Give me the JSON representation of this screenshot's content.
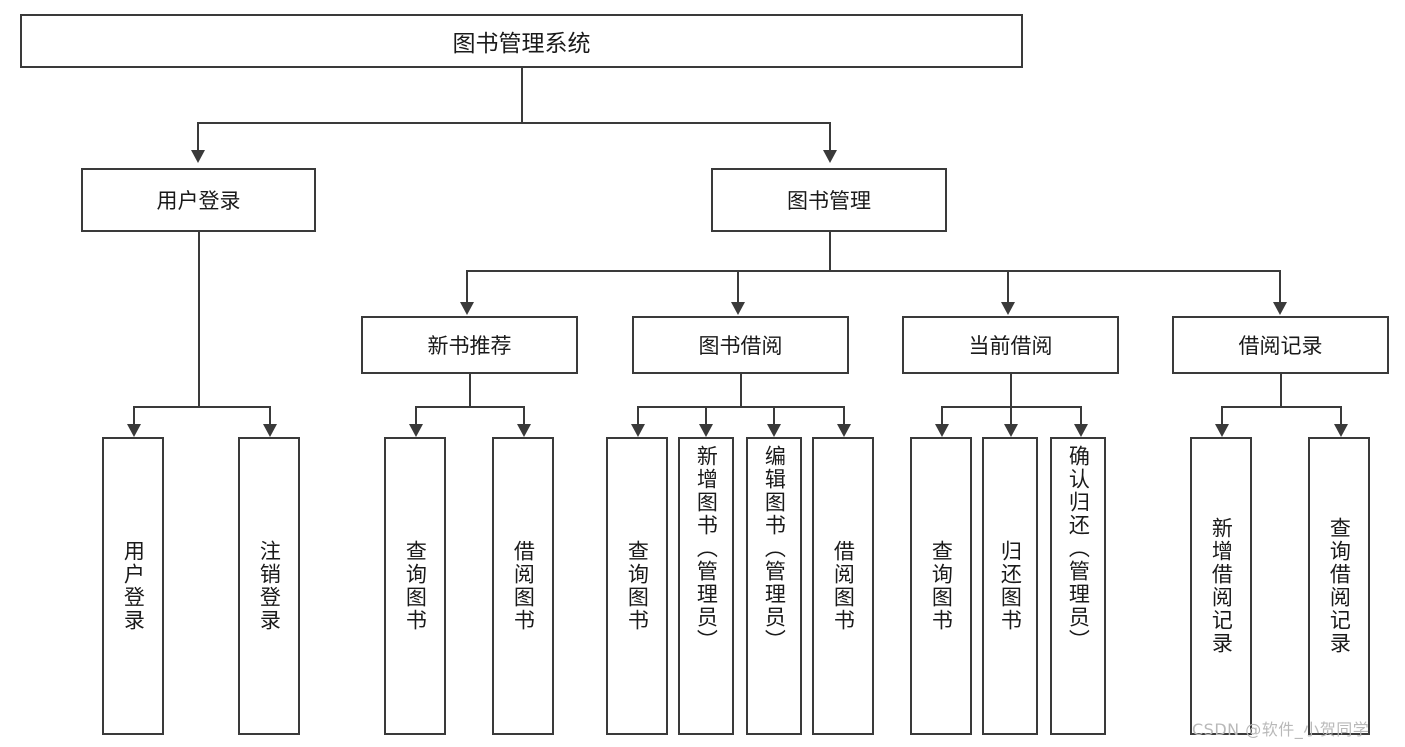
{
  "diagram": {
    "type": "tree",
    "title": "图书管理系统",
    "root": {
      "label": "图书管理系统"
    },
    "level2": [
      {
        "label": "用户登录"
      },
      {
        "label": "图书管理"
      }
    ],
    "level3": [
      {
        "label": "新书推荐"
      },
      {
        "label": "图书借阅"
      },
      {
        "label": "当前借阅"
      },
      {
        "label": "借阅记录"
      }
    ],
    "leaves": {
      "user_login": [
        {
          "label": "用户登录"
        },
        {
          "label": "注销登录"
        }
      ],
      "new_book_recommend": [
        {
          "label": "查询图书"
        },
        {
          "label": "借阅图书"
        }
      ],
      "book_borrow": [
        {
          "label": "查询图书"
        },
        {
          "label": "新增图书（管理员）"
        },
        {
          "label": "编辑图书（管理员）"
        },
        {
          "label": "借阅图书"
        }
      ],
      "current_borrow": [
        {
          "label": "查询图书"
        },
        {
          "label": "归还图书"
        },
        {
          "label": "确认归还（管理员）"
        }
      ],
      "borrow_record": [
        {
          "label": "新增借阅记录"
        },
        {
          "label": "查询借阅记录"
        }
      ]
    }
  },
  "watermark": {
    "text": "CSDN @软件_小贺同学"
  },
  "colors": {
    "stroke": "#3a3a3a",
    "background": "#ffffff",
    "text": "#1a1a1a",
    "watermark": "#b9b9b9"
  }
}
